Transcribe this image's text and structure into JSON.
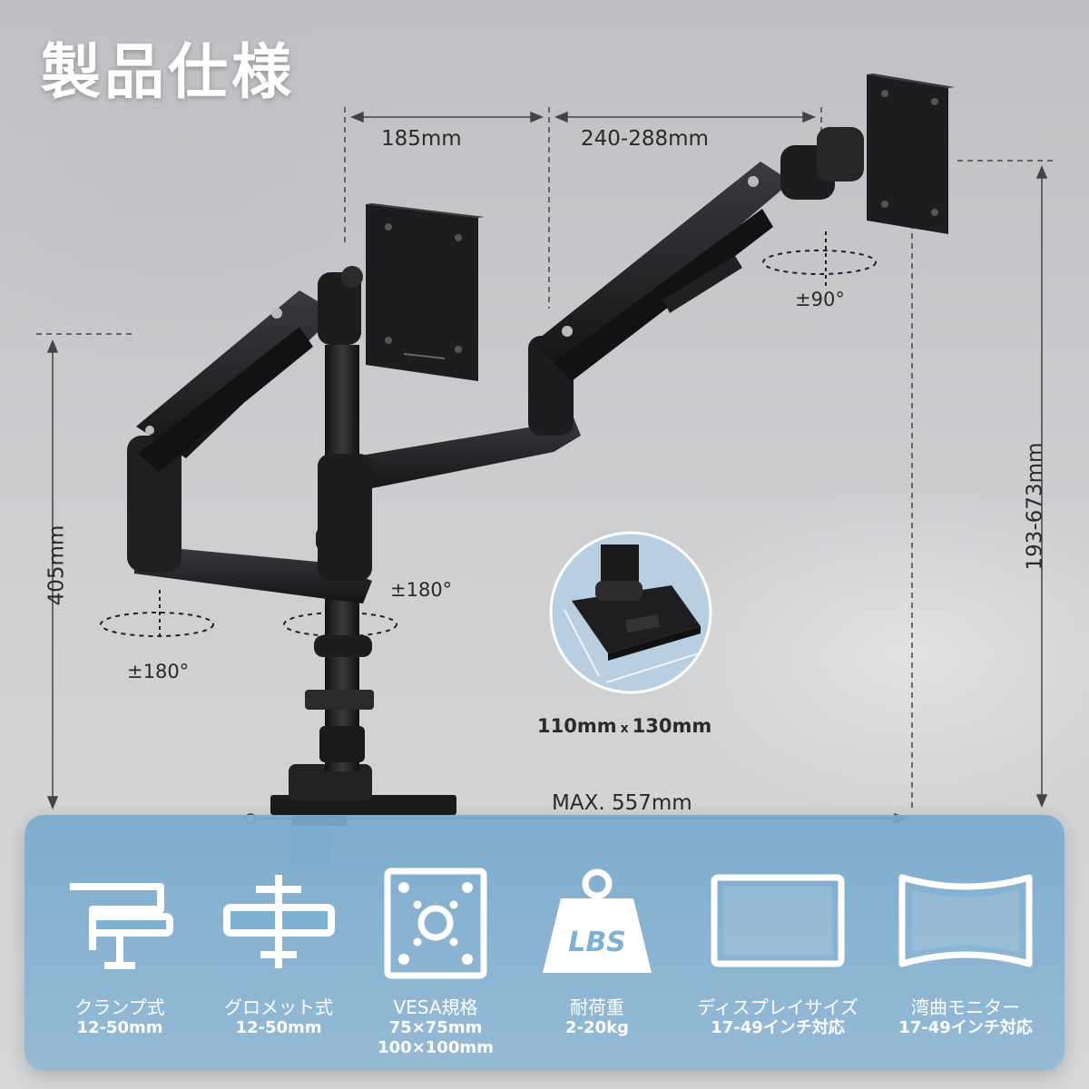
{
  "title": "製品仕様",
  "dimensions": {
    "gap": "185mm",
    "arm_length": "240-288mm",
    "pole_height": "405mm",
    "height_range": "193-673mm",
    "max_reach": "MAX. 557mm",
    "base_size_a": "110mm",
    "base_size_x": "x",
    "base_size_b": "130mm"
  },
  "rotations": {
    "monitor_tilt": "±90°",
    "left_arm": "±180°",
    "center_arm": "±180°"
  },
  "specs": [
    {
      "icon": "clamp-icon",
      "label": "クランプ式",
      "value": "12-50mm"
    },
    {
      "icon": "grommet-icon",
      "label": "グロメット式",
      "value": "12-50mm"
    },
    {
      "icon": "vesa-icon",
      "label": "VESA規格",
      "value": "75×75mm",
      "value2": "100×100mm"
    },
    {
      "icon": "weight-icon",
      "label": "耐荷重",
      "value": "2-20kg",
      "icon_text": "LBS"
    },
    {
      "icon": "flat-monitor-icon",
      "label": "ディスプレイサイズ",
      "value": "17-49インチ対応"
    },
    {
      "icon": "curved-monitor-icon",
      "label": "湾曲モニター",
      "value": "17-49インチ対応"
    }
  ],
  "colors": {
    "panel": "#7fb1d3",
    "arm": "#1c1c1e",
    "title": "#ffffff"
  }
}
